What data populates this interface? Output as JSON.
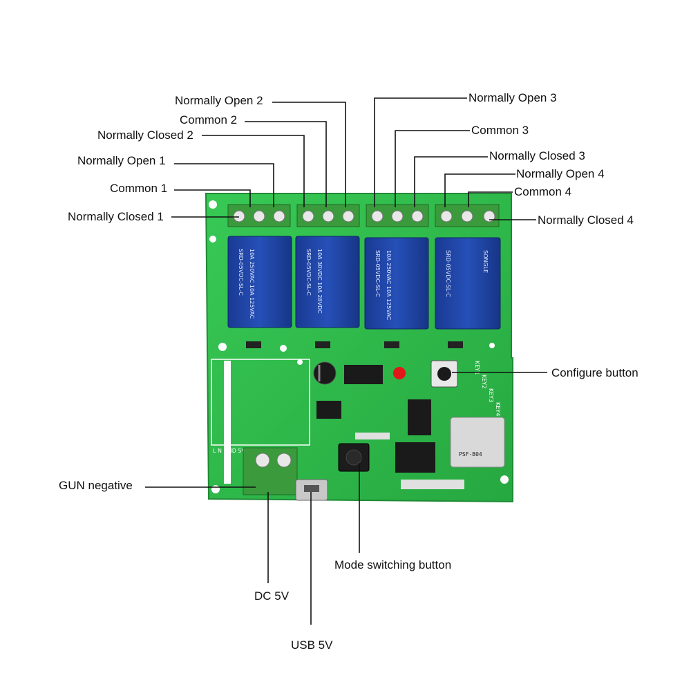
{
  "labels": {
    "no2": "Normally Open 2",
    "c2": "Common 2",
    "nc2": "Normally Closed 2",
    "no1": "Normally Open 1",
    "c1": "Common 1",
    "nc1": "Normally Closed 1",
    "no3": "Normally Open 3",
    "c3": "Common 3",
    "nc3": "Normally Closed 3",
    "no4": "Normally Open 4",
    "c4": "Common 4",
    "nc4": "Normally Closed 4",
    "configure": "Configure button",
    "gun_negative": "GUN negative",
    "mode": "Mode switching button",
    "dc5v": "DC 5V",
    "usb5v": "USB 5V"
  },
  "board": {
    "relay_model": "SRD-05VDC-SL-C",
    "relay_brand": "SONGLE",
    "relay_rating_1": "10A 250VAC 10A 125VAC",
    "relay_rating_2": "10A 30VDC 10A 28VDC",
    "wifi_module": "PSF-B04",
    "power_silk": "L  N  GND 5V",
    "key_silk_1": "KEY1",
    "key_silk_2": "KEY2",
    "key_silk_3": "KEY3",
    "key_silk_4": "KEY4"
  },
  "colors": {
    "pcb": "#2fbf4a",
    "terminal": "#3a9a3c",
    "relay": "#1c3f9e",
    "leader": "#111111"
  }
}
